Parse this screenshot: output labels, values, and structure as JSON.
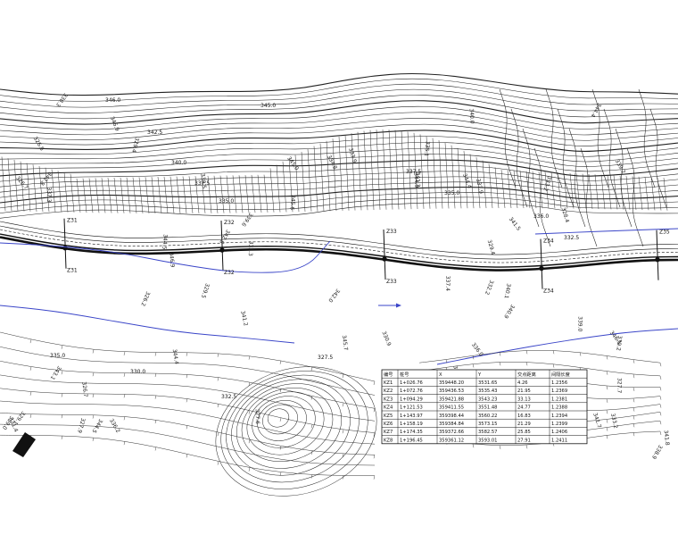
{
  "contour_labels": [
    "346.0",
    "345.0",
    "342.5",
    "340.0",
    "337.5",
    "335.0",
    "337.5",
    "335.0",
    "336.0",
    "332.5",
    "335.0",
    "330.0",
    "332.5",
    "327.5",
    "325.0"
  ],
  "section_labels": [
    "Z31",
    "Z31",
    "Z32",
    "Z32",
    "Z33",
    "Z33",
    "Z34",
    "Z34",
    "Z35"
  ],
  "table": {
    "headers": [
      "编号",
      "桩号",
      "X",
      "Y",
      "交点距离",
      "间隔长度"
    ],
    "rows": [
      [
        "KZ1",
        "1+026.76",
        "359448.20",
        "3531.65",
        "4.26",
        "1.2356"
      ],
      [
        "KZ2",
        "1+072.76",
        "359436.53",
        "3535.43",
        "21.95",
        "1.2369"
      ],
      [
        "KZ3",
        "1+094.29",
        "359421.88",
        "3543.23",
        "33.13",
        "1.2381"
      ],
      [
        "KZ4",
        "1+121.53",
        "359411.55",
        "3551.48",
        "24.77",
        "1.2388"
      ],
      [
        "KZ5",
        "1+143.97",
        "359398.44",
        "3560.22",
        "16.83",
        "1.2394"
      ],
      [
        "KZ6",
        "1+158.19",
        "359384.84",
        "3573.15",
        "21.29",
        "1.2399"
      ],
      [
        "KZ7",
        "1+174.35",
        "359372.66",
        "3582.57",
        "25.85",
        "1.2406"
      ],
      [
        "KZ8",
        "1+196.45",
        "359361.12",
        "3593.01",
        "27.91",
        "1.2411"
      ]
    ]
  },
  "colors": {
    "ink": "#111111",
    "river": "#3a45c8",
    "paper": "#ffffff"
  },
  "icons": [
    "flow-arrow-icon",
    "north-marker-icon"
  ]
}
